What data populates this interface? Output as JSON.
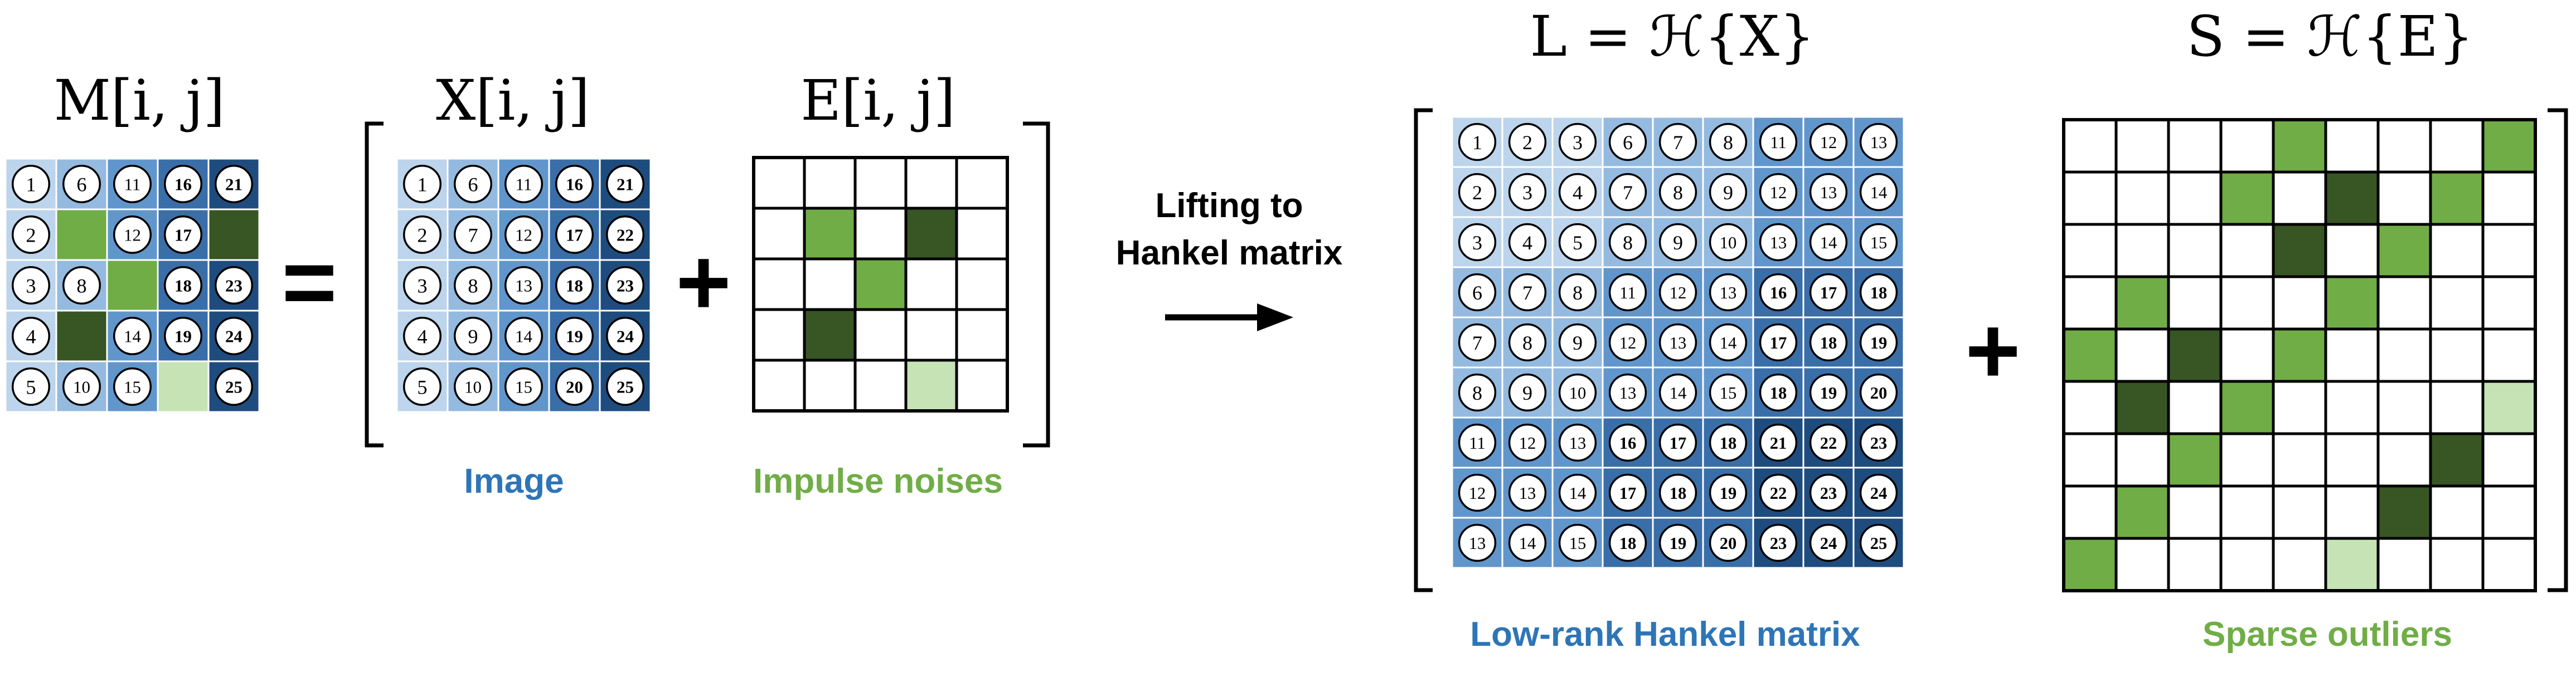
{
  "colors": {
    "blue": [
      "#bcd4ec",
      "#94badf",
      "#6196cc",
      "#3a6ea8",
      "#1f4c7e"
    ],
    "green_light": "#c6e3b5",
    "green_mid": "#70ad47",
    "green_dark": "#375623",
    "label_blue": "#2e75b6",
    "label_green": "#70ad47",
    "text": "#000000"
  },
  "labels": {
    "m_title": "M[i, j]",
    "x_title": "X[i, j]",
    "e_title": "E[i, j]",
    "l_title": "L = ℋ{X}",
    "s_title": "S = ℋ{E}",
    "equals": "=",
    "plus": "+",
    "image_caption": "Image",
    "noise_caption": "Impulse noises",
    "lifting_line1": "Lifting to",
    "lifting_line2": "Hankel  matrix",
    "lowrank_caption": "Low-rank Hankel matrix",
    "sparse_caption": "Sparse outliers"
  },
  "m_matrix": [
    [
      "1",
      "6",
      "11",
      "16",
      "21"
    ],
    [
      "2",
      "g",
      "12",
      "17",
      "G"
    ],
    [
      "3",
      "8",
      "g",
      "18",
      "23"
    ],
    [
      "4",
      "G",
      "14",
      "19",
      "24"
    ],
    [
      "5",
      "10",
      "15",
      "l",
      "25"
    ]
  ],
  "x_matrix": [
    [
      "1",
      "6",
      "11",
      "16",
      "21"
    ],
    [
      "2",
      "7",
      "12",
      "17",
      "22"
    ],
    [
      "3",
      "8",
      "13",
      "18",
      "23"
    ],
    [
      "4",
      "9",
      "14",
      "19",
      "24"
    ],
    [
      "5",
      "10",
      "15",
      "20",
      "25"
    ]
  ],
  "e_matrix": [
    [
      "w",
      "w",
      "w",
      "w",
      "w"
    ],
    [
      "w",
      "g",
      "w",
      "G",
      "w"
    ],
    [
      "w",
      "w",
      "g",
      "w",
      "w"
    ],
    [
      "w",
      "G",
      "w",
      "w",
      "w"
    ],
    [
      "w",
      "w",
      "w",
      "l",
      "w"
    ]
  ],
  "l_matrix": [
    [
      "1",
      "2",
      "3",
      "6",
      "7",
      "8",
      "11",
      "12",
      "13"
    ],
    [
      "2",
      "3",
      "4",
      "7",
      "8",
      "9",
      "12",
      "13",
      "14"
    ],
    [
      "3",
      "4",
      "5",
      "8",
      "9",
      "10",
      "13",
      "14",
      "15"
    ],
    [
      "6",
      "7",
      "8",
      "11",
      "12",
      "13",
      "16",
      "17",
      "18"
    ],
    [
      "7",
      "8",
      "9",
      "12",
      "13",
      "14",
      "17",
      "18",
      "19"
    ],
    [
      "8",
      "9",
      "10",
      "13",
      "14",
      "15",
      "18",
      "19",
      "20"
    ],
    [
      "11",
      "12",
      "13",
      "16",
      "17",
      "18",
      "21",
      "22",
      "23"
    ],
    [
      "12",
      "13",
      "14",
      "17",
      "18",
      "19",
      "22",
      "23",
      "24"
    ],
    [
      "13",
      "14",
      "15",
      "18",
      "19",
      "20",
      "23",
      "24",
      "25"
    ]
  ],
  "s_matrix": [
    [
      "w",
      "w",
      "w",
      "w",
      "g",
      "w",
      "w",
      "w",
      "g"
    ],
    [
      "w",
      "w",
      "w",
      "g",
      "w",
      "G",
      "w",
      "g",
      "w"
    ],
    [
      "w",
      "w",
      "w",
      "w",
      "G",
      "w",
      "g",
      "w",
      "w"
    ],
    [
      "w",
      "g",
      "w",
      "w",
      "w",
      "g",
      "w",
      "w",
      "w"
    ],
    [
      "g",
      "w",
      "G",
      "w",
      "g",
      "w",
      "w",
      "w",
      "w"
    ],
    [
      "w",
      "G",
      "w",
      "g",
      "w",
      "w",
      "w",
      "w",
      "l"
    ],
    [
      "w",
      "w",
      "g",
      "w",
      "w",
      "w",
      "w",
      "G",
      "w"
    ],
    [
      "w",
      "g",
      "w",
      "w",
      "w",
      "w",
      "G",
      "w",
      "w"
    ],
    [
      "g",
      "w",
      "w",
      "w",
      "w",
      "l",
      "w",
      "w",
      "w"
    ]
  ]
}
